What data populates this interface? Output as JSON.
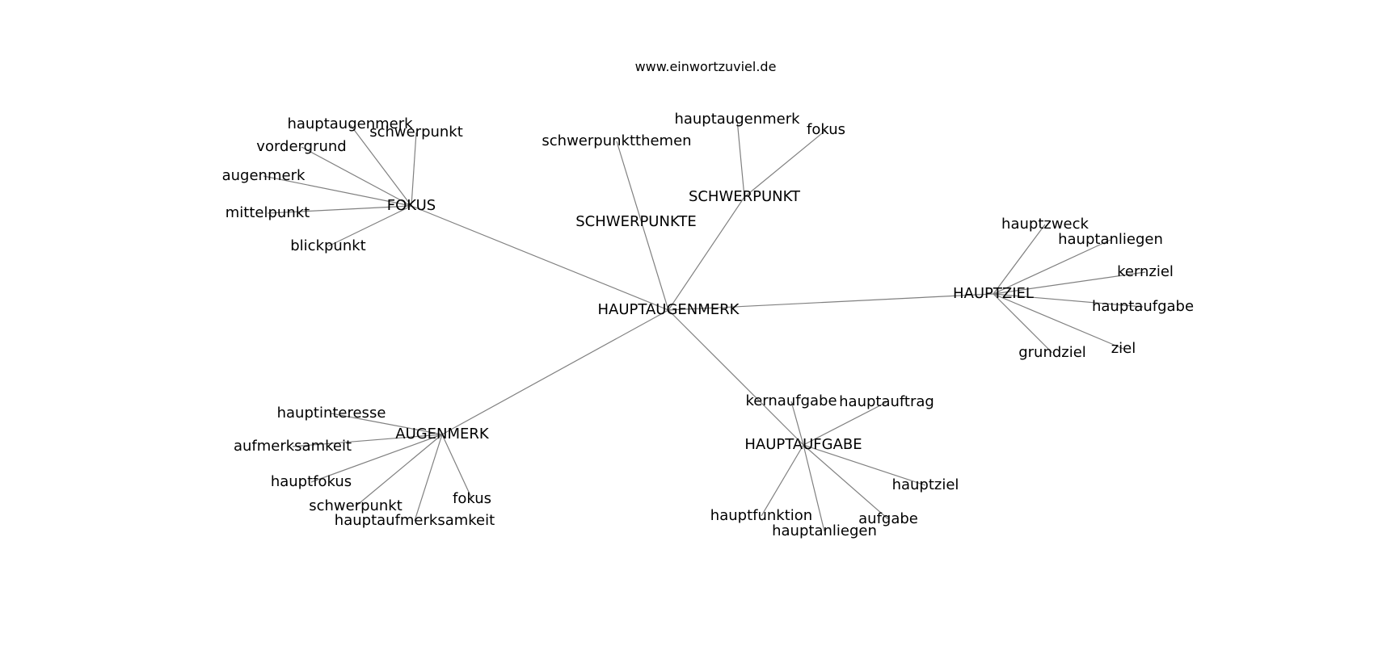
{
  "site": "www.einwortzuviel.de",
  "colors": {
    "edge": "#808080",
    "text": "#000000",
    "background": "#ffffff"
  },
  "center": "HAUPTAUGENMERK",
  "clusters": [
    {
      "hub": "FOKUS",
      "leaves": [
        "hauptaugenmerk",
        "schwerpunkt",
        "vordergrund",
        "augenmerk",
        "mittelpunkt",
        "blickpunkt"
      ]
    },
    {
      "hub": "SCHWERPUNKTE",
      "leaves": [
        "schwerpunktthemen"
      ]
    },
    {
      "hub": "SCHWERPUNKT",
      "leaves": [
        "hauptaugenmerk",
        "fokus"
      ]
    },
    {
      "hub": "HAUPTZIEL",
      "leaves": [
        "hauptzweck",
        "hauptanliegen",
        "kernziel",
        "hauptaufgabe",
        "ziel",
        "grundziel"
      ]
    },
    {
      "hub": "AUGENMERK",
      "leaves": [
        "hauptinteresse",
        "aufmerksamkeit",
        "hauptfokus",
        "schwerpunkt",
        "hauptaufmerksamkeit",
        "fokus"
      ]
    },
    {
      "hub": "HAUPTAUFGABE",
      "leaves": [
        "kernaufgabe",
        "hauptauftrag",
        "hauptziel",
        "hauptfunktion",
        "hauptanliegen",
        "aufgabe"
      ]
    }
  ]
}
